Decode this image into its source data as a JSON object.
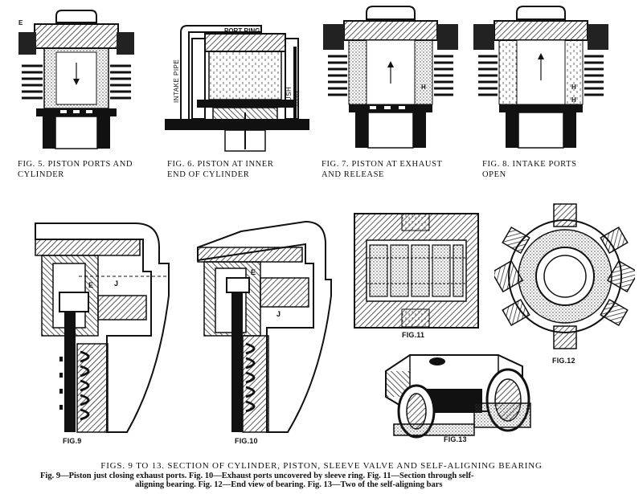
{
  "top_figures": [
    {
      "caption": "FIG. 5.  PISTON PORTS AND\nCYLINDER"
    },
    {
      "caption": "FIG. 6.  PISTON AT INNER\nEND OF CYLINDER"
    },
    {
      "caption": "FIG. 7.  PISTON AT EXHAUST\nAND RELEASE"
    },
    {
      "caption": "FIG. 8.  INTAKE PORTS\nOPEN"
    }
  ],
  "labels": {
    "fig5_e": "E",
    "fig6_port_ring": "PORT RING",
    "fig6_intake_pipe": "INTAKE PIPE",
    "fig6_push_rod": "PUSH ROD",
    "fig7_h": "H",
    "fig8_h1": "H",
    "fig8_h2": "H",
    "fig9_e": "E",
    "fig9_j": "J",
    "fig9": "FIG.9",
    "fig10_e": "E",
    "fig10_j": "J",
    "fig10": "FIG.10",
    "fig11": "FIG.11",
    "fig12": "FIG.12",
    "fig13": "FIG.13"
  },
  "bottom_caption": {
    "title": "FIGS. 9 TO 13.  SECTION OF CYLINDER, PISTON, SLEEVE VALVE AND SELF-ALIGNING BEARING",
    "line1": "Fig. 9—Piston just closing exhaust ports.  Fig. 10—Exhaust ports uncovered by sleeve ring.  Fig. 11—Section through self-",
    "line2": "aligning bearing.  Fig. 12—End view of bearing.  Fig. 13—Two of the self-aligning bars"
  }
}
